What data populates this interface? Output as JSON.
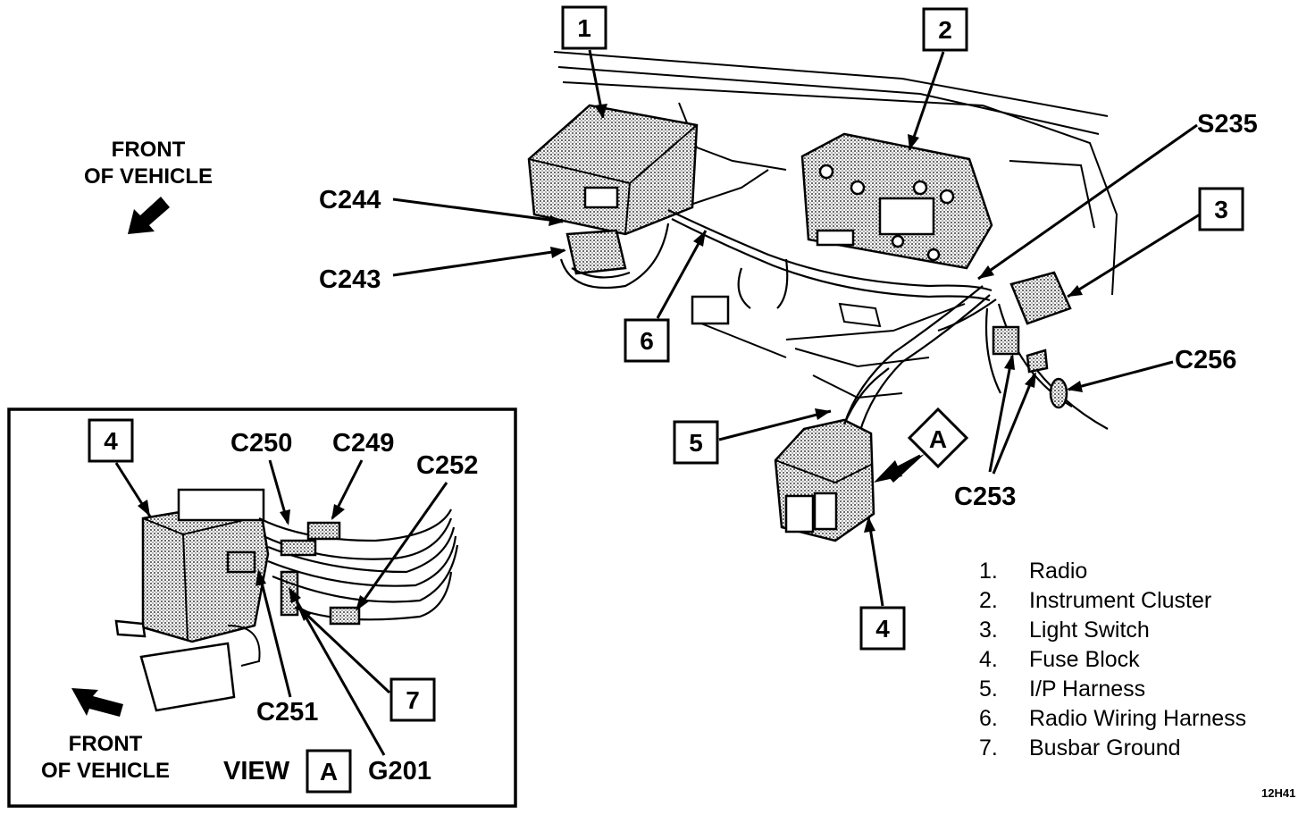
{
  "callouts": {
    "n1": "1",
    "n2": "2",
    "n3": "3",
    "n4_main": "4",
    "n5": "5",
    "n6": "6",
    "n4_view": "4",
    "n7": "7"
  },
  "connectors": {
    "s235": "S235",
    "c244": "C244",
    "c243": "C243",
    "c256": "C256",
    "c253": "C253",
    "c250": "C250",
    "c249": "C249",
    "c252": "C252",
    "c251": "C251",
    "g201": "G201"
  },
  "front_main": {
    "line1": "FRONT",
    "line2": "OF VEHICLE"
  },
  "front_view": {
    "line1": "FRONT",
    "line2": "OF VEHICLE"
  },
  "view_ref": {
    "prefix": "VIEW",
    "letter": "A"
  },
  "view_pointer": {
    "letter": "A"
  },
  "legend": [
    {
      "num": "1.",
      "label": "Radio"
    },
    {
      "num": "2.",
      "label": "Instrument Cluster"
    },
    {
      "num": "3.",
      "label": "Light Switch"
    },
    {
      "num": "4.",
      "label": "Fuse Block"
    },
    {
      "num": "5.",
      "label": "I/P Harness"
    },
    {
      "num": "6.",
      "label": "Radio Wiring Harness"
    },
    {
      "num": "7.",
      "label": "Busbar Ground"
    }
  ],
  "figure_id": "12H41"
}
